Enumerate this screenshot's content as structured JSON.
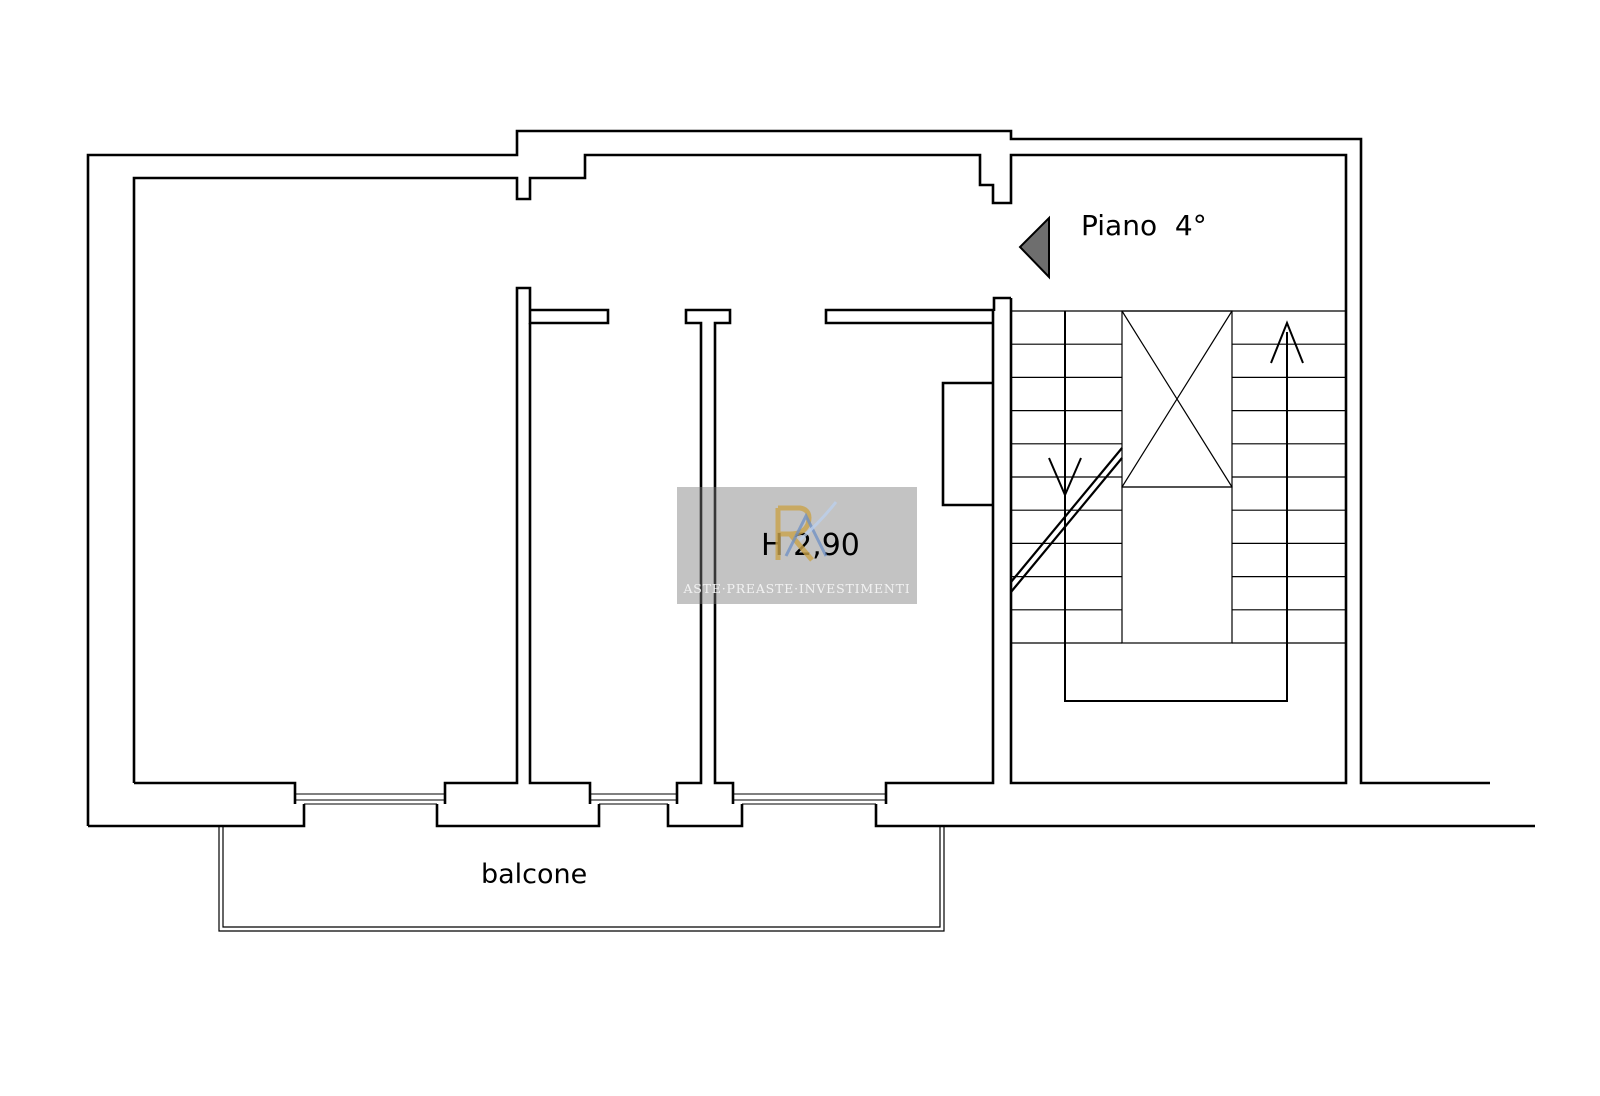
{
  "floor_label": "Piano  4°",
  "height_label": "H 2,90",
  "balcony_label": "balcone",
  "watermark": {
    "monogram": "RA",
    "text": "ASTE·PREASTE·INVESTIMENTI",
    "box_color": "#7a7a7a",
    "gold_color": "#c9a24a",
    "blue_color": "#6c8fc4"
  },
  "icons": {
    "orientation": "orientation-triangle-icon",
    "stair_up": "arrow-up-icon",
    "stair_down": "arrow-down-icon",
    "elevator": "elevator-shaft-icon"
  }
}
